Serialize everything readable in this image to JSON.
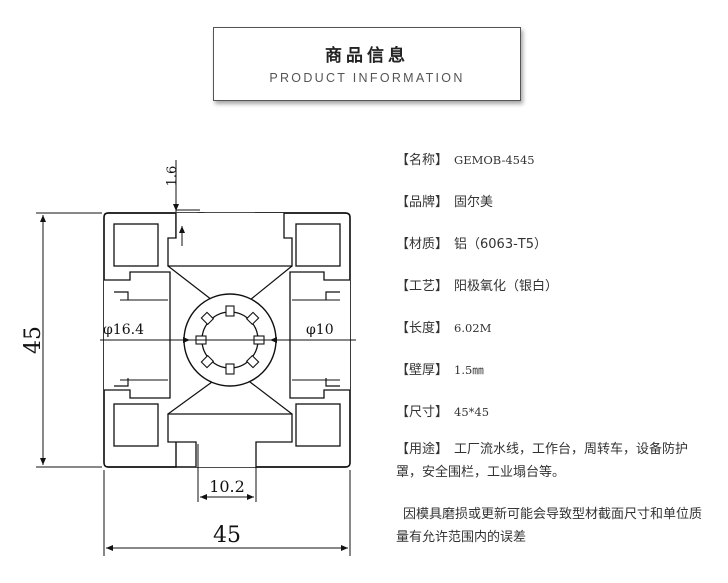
{
  "header": {
    "title_cn": "商品信息",
    "title_en": "PRODUCT INFORMATION"
  },
  "drawing": {
    "dim_width": "45",
    "dim_height": "45",
    "dim_slot": "10.2",
    "dim_wall": "1.6",
    "dim_outer_bore": "φ16.4",
    "dim_inner_bore": "φ10"
  },
  "specs": [
    {
      "key": "【名称】",
      "value": "GEMOB-4545"
    },
    {
      "key": "【品牌】",
      "value": "固尔美"
    },
    {
      "key": "【材质】",
      "value": "铝（6063-T5）"
    },
    {
      "key": "【工艺】",
      "value": "阳极氧化（银白）"
    },
    {
      "key": "【长度】",
      "value": "6.02M"
    },
    {
      "key": "【壁厚】",
      "value": "1.5㎜"
    },
    {
      "key": "【尺寸】",
      "value": "45*45"
    }
  ],
  "usage": {
    "key": "【用途】",
    "value": "工厂流水线，工作台，周转车，设备防护罩，安全围栏，工业塌台等。"
  },
  "note": "因模具磨损或更新可能会导致型材截面尺寸和单位质量有允许范围内的误差"
}
